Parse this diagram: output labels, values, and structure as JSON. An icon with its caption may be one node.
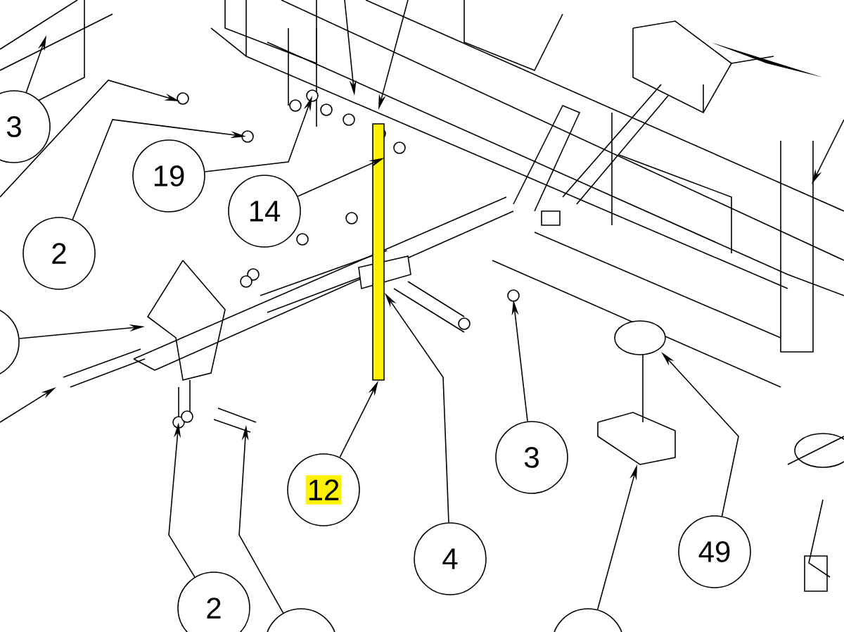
{
  "diagram": {
    "nodes": [
      {
        "text": [
          "3"
        ]
      },
      {
        "text": [
          "19"
        ]
      },
      {
        "text": [
          "14"
        ]
      },
      {
        "text": [
          "2"
        ]
      },
      {
        "text": [],
        "shape": "circle"
      },
      {
        "text": [
          "12"
        ]
      },
      {
        "text": [
          "3"
        ]
      },
      {
        "text": [
          "4"
        ]
      },
      {
        "text": [
          "49"
        ]
      },
      {
        "text": [
          "2"
        ]
      },
      {
        "text": [],
        "shape": "circle"
      },
      {
        "text": [],
        "shape": "circle"
      },
      {
        "text": [],
        "shape": "bar"
      }
    ],
    "edges": [
      {
        "from": 0,
        "to": null,
        "arrow": "to"
      },
      {
        "from": 1,
        "to": null,
        "arrow": "to"
      },
      {
        "from": 2,
        "to": 12,
        "arrow": "to"
      },
      {
        "from": 3,
        "to": null,
        "arrow": "to"
      },
      {
        "from": 4,
        "to": null,
        "arrow": "to"
      },
      {
        "from": 5,
        "to": 12,
        "arrow": "to"
      },
      {
        "from": 6,
        "to": null,
        "arrow": "to"
      },
      {
        "from": 7,
        "to": 12,
        "arrow": "to"
      },
      {
        "from": 8,
        "to": null,
        "arrow": "to"
      },
      {
        "from": 9,
        "to": null,
        "arrow": "to"
      },
      {
        "from": 10,
        "to": null,
        "arrow": "to"
      },
      {
        "from": 11,
        "to": null,
        "arrow": "to"
      }
    ]
  }
}
